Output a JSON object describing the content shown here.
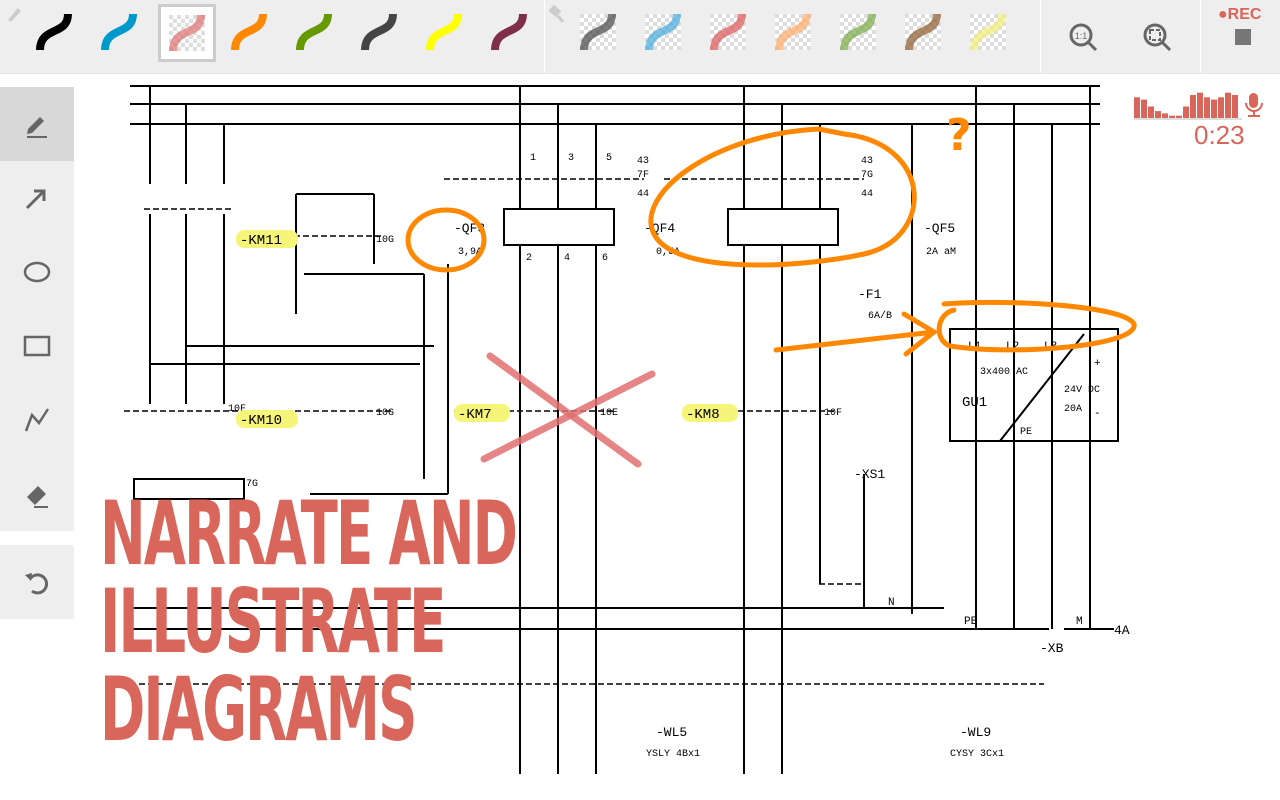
{
  "toolbar": {
    "pens": [
      {
        "color": "#000000"
      },
      {
        "color": "#0099cc"
      },
      {
        "color": "#e07070",
        "selected": true,
        "translucent": true
      },
      {
        "color": "#ff8800"
      },
      {
        "color": "#669900"
      },
      {
        "color": "#444444"
      },
      {
        "color": "#ffff00"
      },
      {
        "color": "#7f2f4a"
      }
    ],
    "highlighters": [
      {
        "color": "#444444"
      },
      {
        "color": "#44aadd"
      },
      {
        "color": "#dd5555"
      },
      {
        "color": "#ffaa66"
      },
      {
        "color": "#77aa44"
      },
      {
        "color": "#8b5a2b"
      },
      {
        "color": "#eeee77"
      }
    ],
    "zoom_actual_label": "1:1",
    "rec_label": "REC"
  },
  "recorder": {
    "elapsed": "0:23",
    "levels": [
      9,
      8,
      5,
      3,
      2,
      1,
      1,
      5,
      10,
      11,
      9,
      8,
      9,
      11,
      10
    ]
  },
  "sidebar": {
    "tools": [
      "pen",
      "arrow",
      "ellipse",
      "rectangle",
      "line",
      "eraser"
    ],
    "undo": "undo"
  },
  "overlay": {
    "line1": "NARRATE AND",
    "line2": "ILLUSTRATE",
    "line3": "DIAGRAMS"
  },
  "annotation": {
    "question": "?"
  },
  "diagram": {
    "km11": "-KM11",
    "km10": "-KM10",
    "km7": "-KM7",
    "km8": "-KM8",
    "qf3": "-QF3",
    "qf3_rating": "3,9A",
    "qf4": "-QF4",
    "qf4_rating": "0,5A",
    "qf5": "-QF5",
    "qf5_rating": "2A aM",
    "f1": "-F1",
    "f1_rating": "6A/B",
    "gu1": "GU1",
    "gu1_in": "3x400 AC",
    "gu1_out": "24V DC",
    "gu1_current": "20A",
    "l1": "L1",
    "l2": "L2",
    "l3": "L3",
    "pe": "PE",
    "plus": "+",
    "minus": "-",
    "xs1": "-XS1",
    "n": "N",
    "pe_bus": "PE",
    "m": "M",
    "a4": "4A",
    "xb": "-XB",
    "wl5": "-WL5",
    "wl5_type": "YSLY 4Bx1",
    "wl9": "-WL9",
    "wl9_type": "CYSY 3Cx1",
    "ref_10g": "10G",
    "ref_10f": "10F",
    "ref_10e": "10E",
    "ref_7f": "7F",
    "ref_7g": "7G",
    "ref_43": "43",
    "ref_44": "44",
    "t1": "1",
    "t2": "2",
    "t3": "3",
    "t4": "4",
    "t5": "5",
    "t6": "6"
  }
}
